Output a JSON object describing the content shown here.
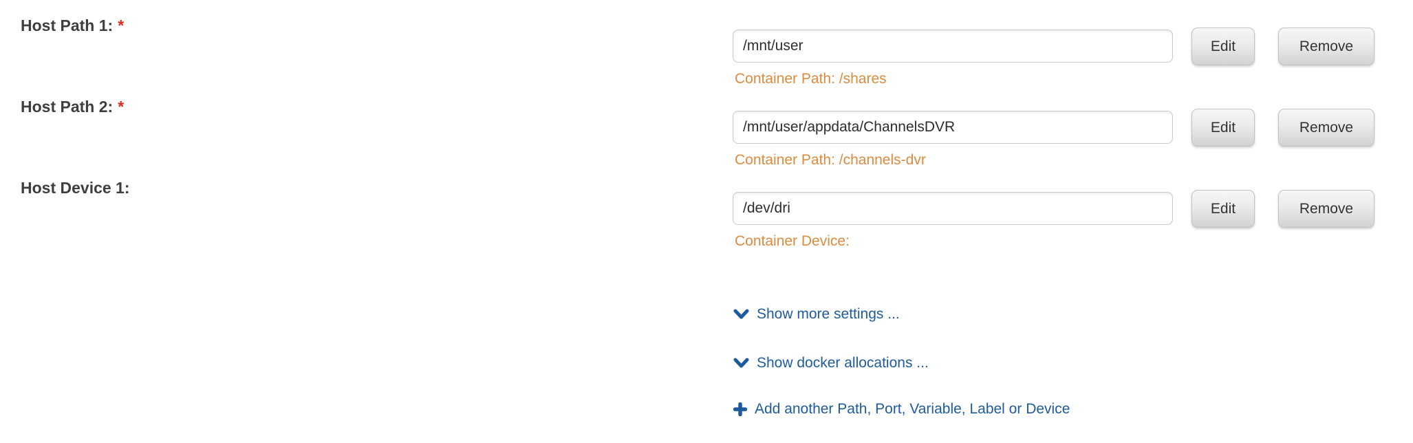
{
  "form": {
    "rows": [
      {
        "label": "Host Path 1:",
        "required_marker": "*",
        "input_value": "/mnt/user",
        "helper_text": "Container Path: /shares",
        "edit_label": "Edit",
        "remove_label": "Remove"
      },
      {
        "label": "Host Path 2:",
        "required_marker": "*",
        "input_value": "/mnt/user/appdata/ChannelsDVR",
        "helper_text": "Container Path: /channels-dvr",
        "edit_label": "Edit",
        "remove_label": "Remove"
      },
      {
        "label": "Host Device 1:",
        "required_marker": "",
        "input_value": "/dev/dri",
        "helper_text": "Container Device:",
        "edit_label": "Edit",
        "remove_label": "Remove"
      }
    ],
    "links": [
      {
        "icon": "chevron-down-icon",
        "label": "Show more settings ..."
      },
      {
        "icon": "chevron-down-icon",
        "label": "Show docker allocations ..."
      },
      {
        "icon": "plus-icon",
        "label": "Add another Path, Port, Variable, Label or Device"
      }
    ],
    "colors": {
      "helper_orange": "#dd8a3c",
      "link_blue": "#1e5b9e",
      "required_red": "#db2b1c"
    }
  }
}
